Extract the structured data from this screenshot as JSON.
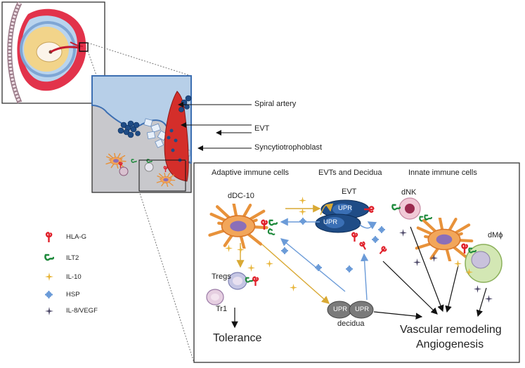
{
  "callouts": {
    "spiral_artery": "Spiral artery",
    "evt": "EVT",
    "syncytiotrophoblast": "Syncytiotrophoblast"
  },
  "panel": {
    "header_adaptive": "Adaptive immune cells",
    "header_evts": "EVTs and Decidua",
    "header_innate": "Innate immune cells",
    "cell_ddc10": "dDC-10",
    "cell_evt": "EVT",
    "cell_dnk": "dNK",
    "cell_dmphi": "dMϕ",
    "cell_tregs": "Tregs",
    "cell_tr1": "Tr1",
    "cell_decidua": "decidua",
    "upr": "UPR",
    "outcome_tolerance": "Tolerance",
    "outcome_vascular": "Vascular remodeling",
    "outcome_angio": "Angiogenesis"
  },
  "legend": [
    {
      "label": "HLA-G",
      "symbol": "hla-g",
      "color": "#e0202a"
    },
    {
      "label": "ILT2",
      "symbol": "ilt2",
      "color": "#1f8a3c"
    },
    {
      "label": "IL-10",
      "symbol": "il10",
      "color": "#e8b53a"
    },
    {
      "label": "HSP",
      "symbol": "hsp",
      "color": "#6b9bd8"
    },
    {
      "label": "IL-8/VEGF",
      "symbol": "il8",
      "color": "#4a4566"
    }
  ]
}
